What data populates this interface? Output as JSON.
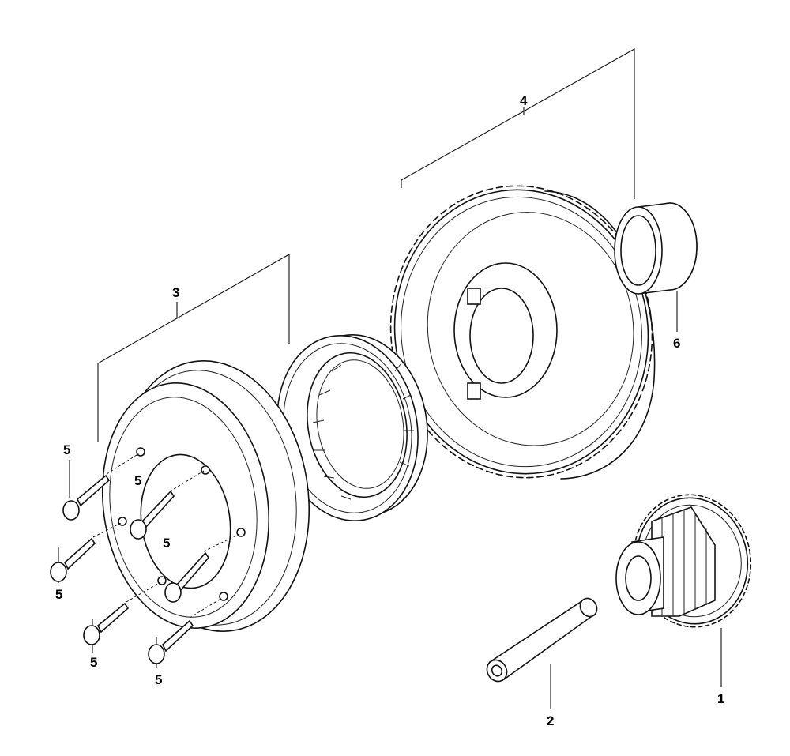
{
  "callouts": {
    "item_1": "1",
    "item_2": "2",
    "item_3": "3",
    "item_4": "4",
    "item_6": "6",
    "item_5a": "5",
    "item_5b": "5",
    "item_5c": "5",
    "item_5d": "5",
    "item_5e": "5",
    "item_5f": "5"
  },
  "colors": {
    "line": "#111111",
    "background": "#ffffff"
  }
}
